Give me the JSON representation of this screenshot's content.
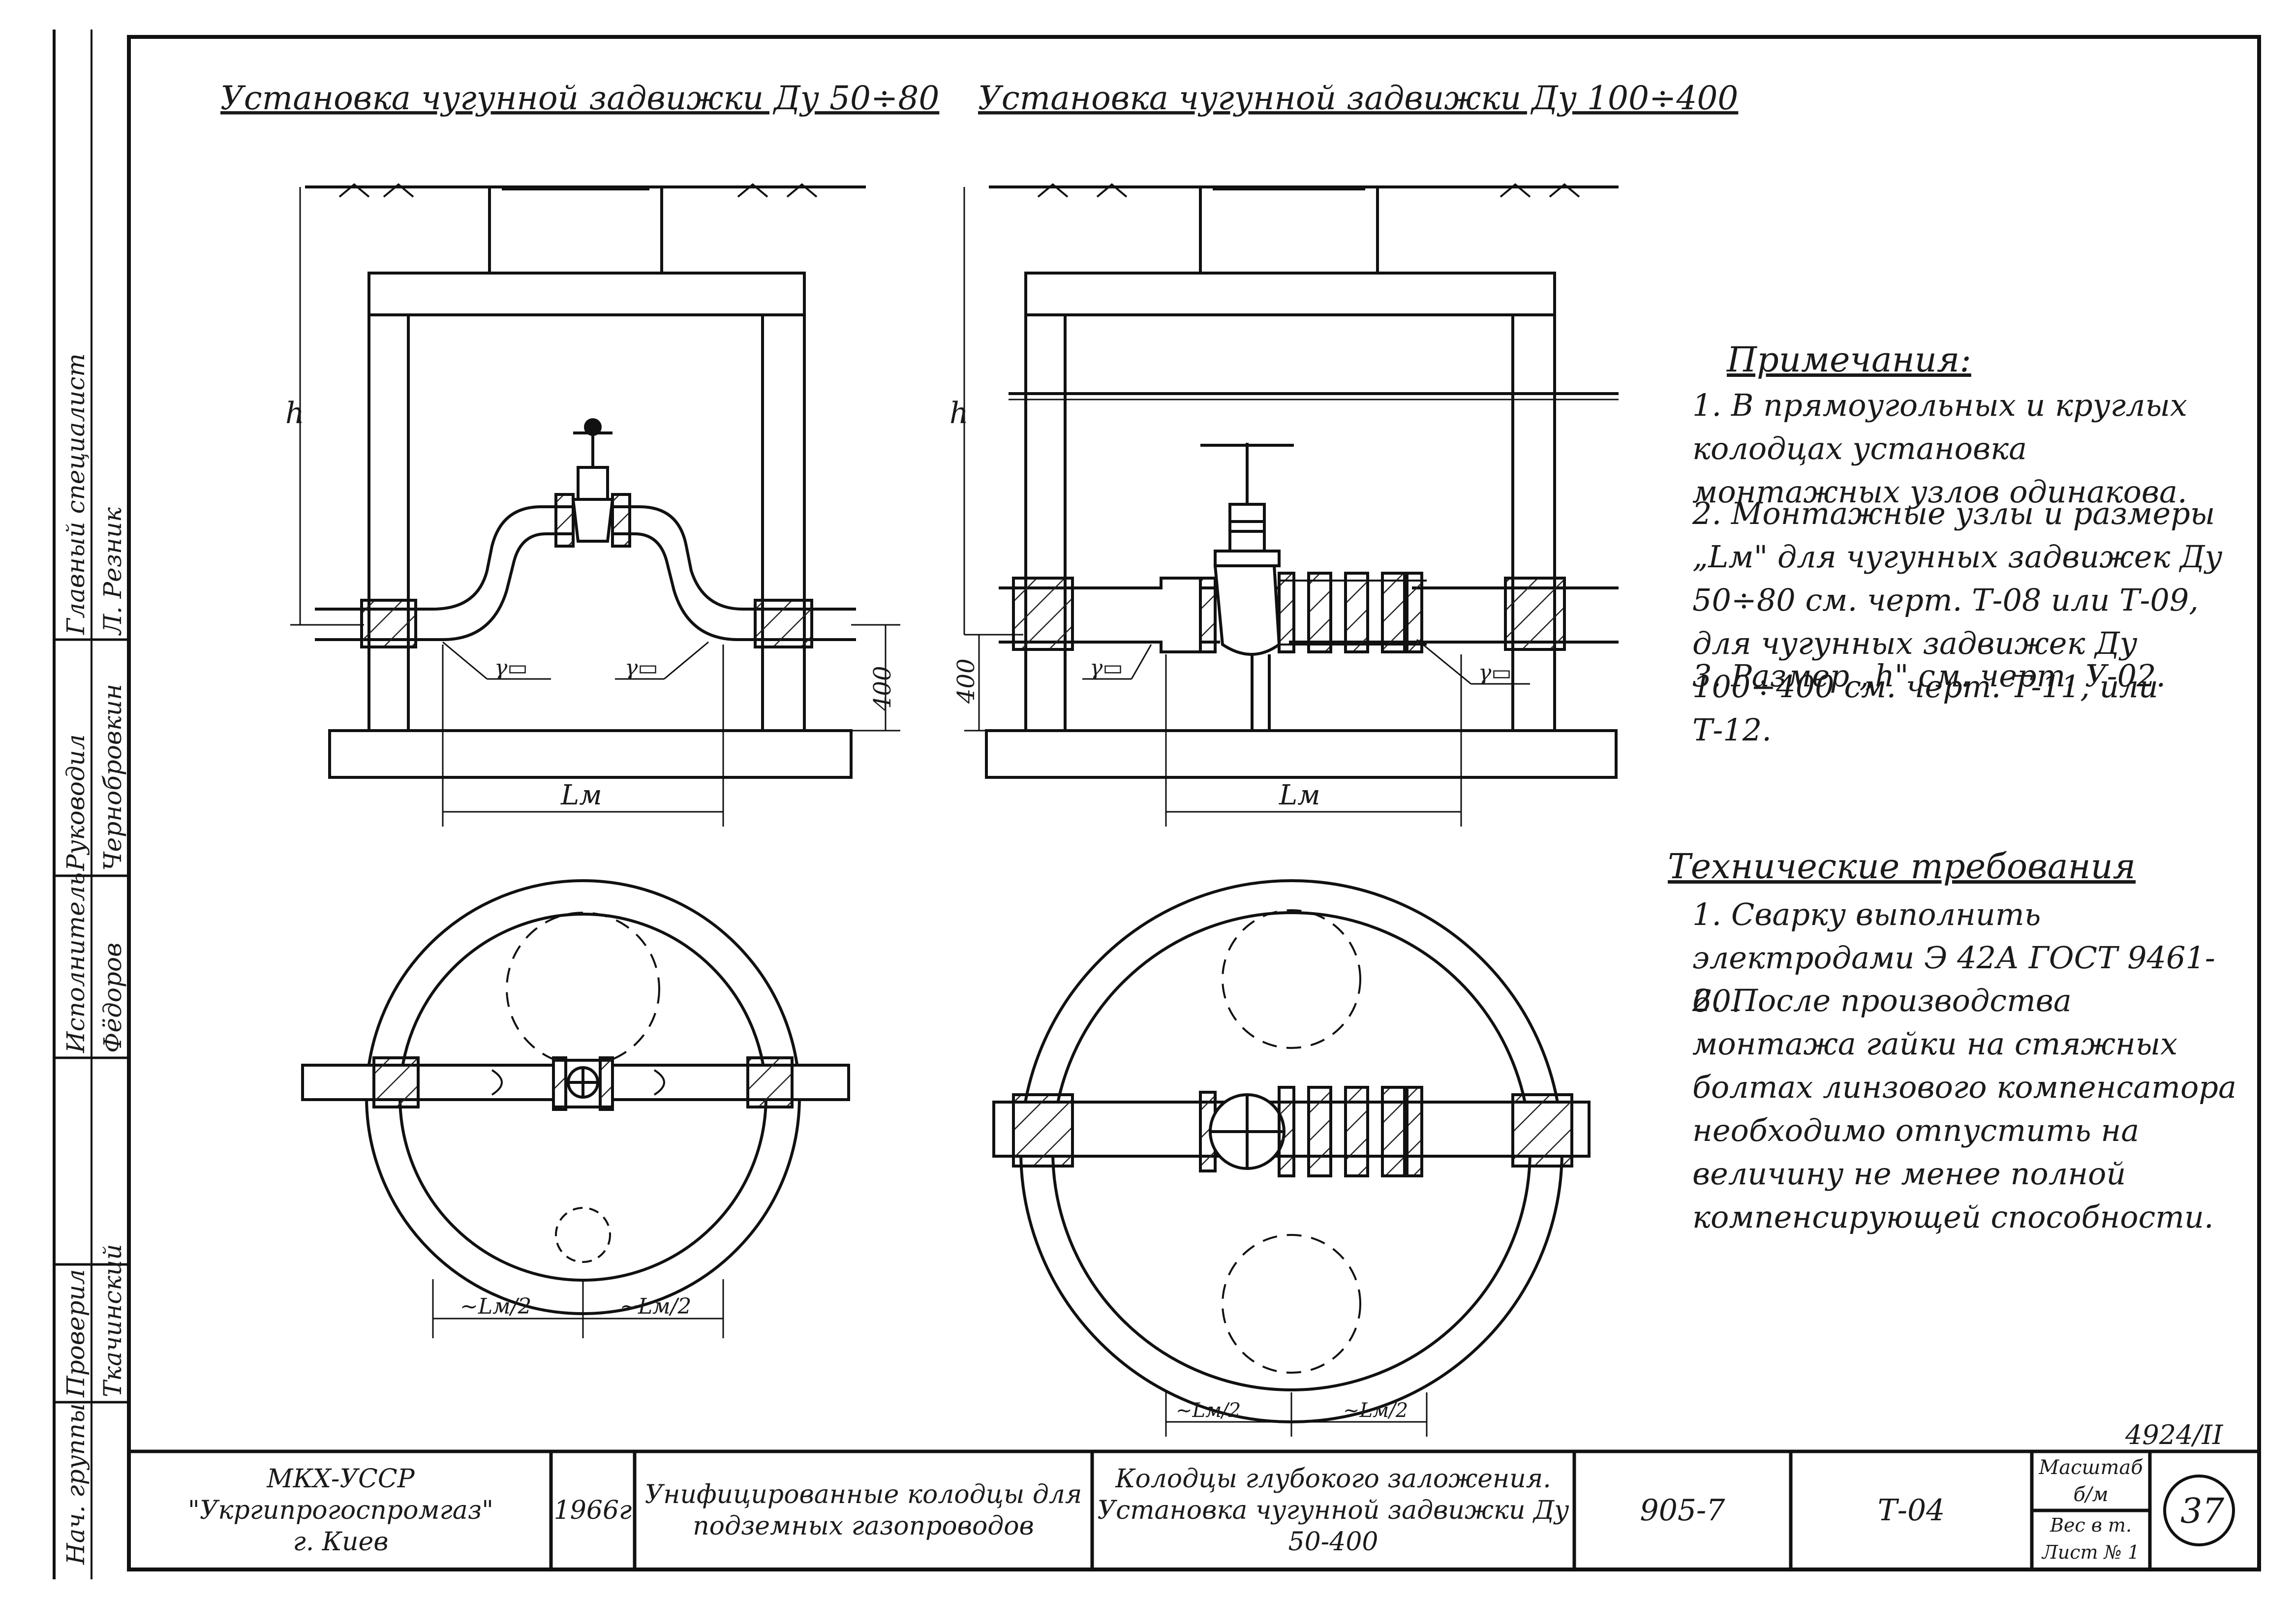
{
  "titles": {
    "left": "Установка чугунной задвижки Ду 50÷80",
    "right": "Установка чугунной задвижки Ду 100÷400"
  },
  "dimensions": {
    "h_left": "h",
    "h_right": "h",
    "height_400_left": "400",
    "height_400_right": "400",
    "lm_left": "Lм",
    "lm_right": "Lм",
    "half_lm_1": "~Lм/2",
    "half_lm_2": "~Lм/2",
    "half_lm_3": "~Lм/2",
    "half_lm_4": "~Lм/2",
    "slope_mark": "γ▭"
  },
  "notes": {
    "title": "Примечания:",
    "items": [
      "1. В прямоугольных и круглых колодцах установка монтажных узлов одинакова.",
      "2. Монтажные узлы и размеры „Lм\" для чугунных задвижек Ду 50÷80 см. черт. Т-08 или Т-09, для чугунных задвижек Ду 100÷400 см. черт. Т-11, или Т-12.",
      "3. Размер „h\" см. черт. У-02."
    ]
  },
  "tech": {
    "title": "Технические требования",
    "items": [
      "1. Сварку выполнить электродами Э 42А ГОСТ 9461-60.",
      "2. После производства монтажа гайки на стяжных болтах линзового компенсатора необходимо отпустить на величину не менее полной компенсирующей способности."
    ]
  },
  "sheet_number": "4924/II",
  "stamp": {
    "org": "МКХ-УССР\n\"Укргипрогоспромгаз\"\nг. Киев",
    "year": "1966г",
    "series_title": "Унифицированные колодцы для подземных газопроводов",
    "drawing_title": "Колодцы глубокого заложения. Установка чугунной задвижки Ду 50-400",
    "code": "905-7",
    "sheet_code": "Т-04",
    "scale_label": "Масштаб",
    "scale_value": "б/м",
    "weight_label": "Вес в т.",
    "weight_value": "Лист № 1",
    "page": "37"
  },
  "side_columns": [
    {
      "role": "Нач. группы",
      "name": ""
    },
    {
      "role": "Проверил",
      "name": "Ткачинский"
    },
    {
      "role": "Исполнитель",
      "name": "Фёдоров"
    },
    {
      "role": "Руководил",
      "name": "Чернобровкин"
    },
    {
      "role": "Главный специалист",
      "name": "Л. Резник"
    }
  ]
}
